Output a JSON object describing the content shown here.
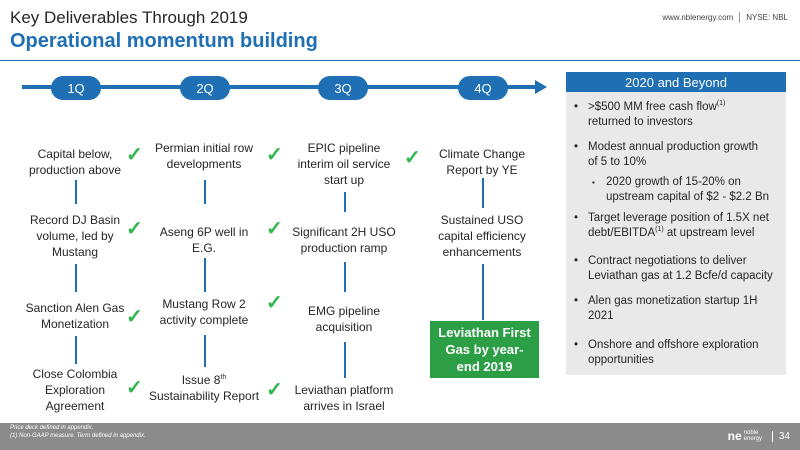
{
  "header": {
    "title": "Key Deliverables Through 2019",
    "subtitle": "Operational momentum building",
    "website": "www.nblenergy.com",
    "ticker": "NYSE: NBL"
  },
  "quarters": [
    "1Q",
    "2Q",
    "3Q",
    "4Q"
  ],
  "deliverables": {
    "q1": [
      "Capital below,",
      "production above",
      "Record DJ Basin",
      "volume, led by",
      "Mustang",
      "Sanction Alen Gas",
      "Monetization",
      "Close Colombia",
      "Exploration",
      "Agreement"
    ],
    "q2": [
      "Permian initial row",
      "developments",
      "Aseng 6P well in",
      "E.G.",
      "Mustang Row 2",
      "activity  complete",
      "Issue 8",
      "th",
      "Sustainability Report"
    ],
    "q3": [
      "EPIC pipeline",
      "interim oil service",
      "start up",
      "Significant 2H USO",
      "production ramp",
      "EMG pipeline",
      "acquisition",
      "Leviathan platform",
      "arrives in Israel"
    ],
    "q4": [
      "Climate Change",
      "Report by YE",
      "Sustained USO",
      "capital efficiency",
      "enhancements"
    ]
  },
  "check_glyph": "✓",
  "highlight": [
    "Leviathan First",
    "Gas by year-",
    "end 2019"
  ],
  "beyond": {
    "title": "2020 and Beyond",
    "bullet": "•",
    "sub_bullet": "▪",
    "items": [
      ">$500 MM free cash flow",
      "(1)",
      "returned to investors",
      "Modest annual production growth",
      "of 5 to 10%",
      "2020 growth of 15-20% on",
      "upstream capital of $2 - $2.2 Bn",
      "Target leverage position of 1.5X net",
      "debt/EBITDA",
      "(1)",
      " at upstream level",
      "Contract negotiations to deliver",
      "Leviathan gas at 1.2 Bcfe/d capacity",
      "Alen gas monetization startup 1H",
      "2021",
      "Onshore and offshore exploration",
      "opportunities"
    ]
  },
  "footer": {
    "note1": "Price deck defined in appendix.",
    "note2": "(1)    Non-GAAP measure.  Term defined in appendix.",
    "logo_mark": "ne",
    "logo_line1": "noble",
    "logo_line2": "energy",
    "page": "34"
  },
  "colors": {
    "accent": "#1f6fb4",
    "check": "#2eb84b",
    "highlight": "#2c9e46",
    "footer": "#8b8b8b",
    "panel": "#e9e9e9"
  }
}
